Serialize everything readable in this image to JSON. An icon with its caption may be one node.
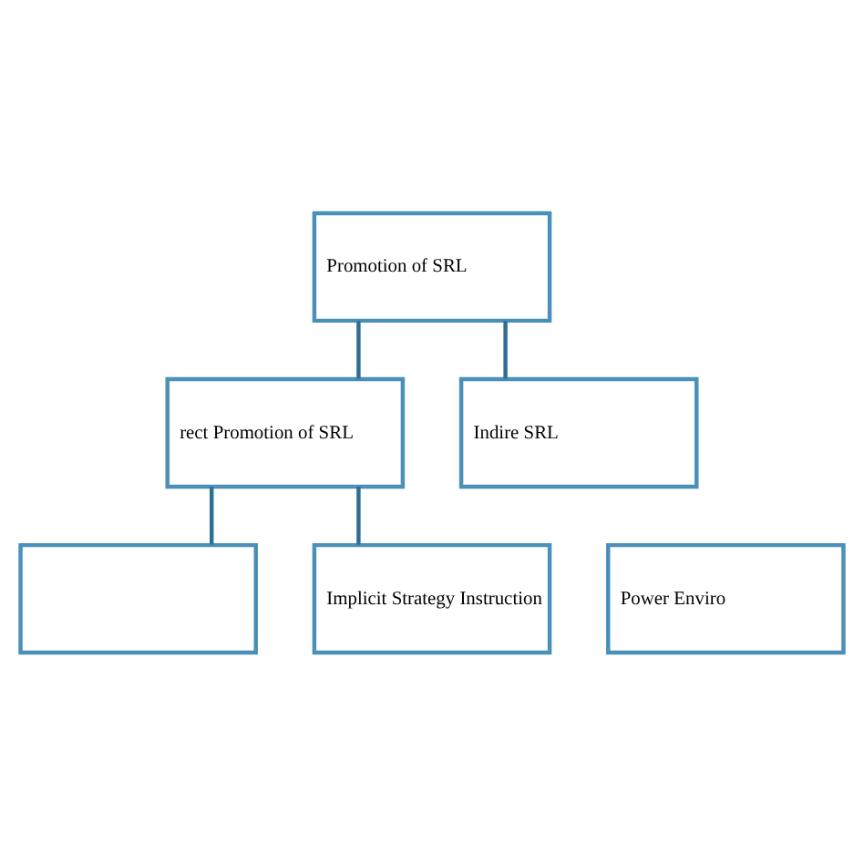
{
  "diagram": {
    "nodes": [
      {
        "text": [
          "Promotion of SRL"
        ]
      },
      {
        "text": [
          "rect Promotion of SRL"
        ]
      },
      {
        "text": [
          "Indire SRL"
        ]
      },
      {
        "text": [],
        "shape": "box"
      },
      {
        "text": [
          "Implicit Strategy Instruction"
        ]
      },
      {
        "text": [
          "Power Enviro"
        ]
      }
    ],
    "edges": [
      {
        "from": 0,
        "to": 1,
        "arrow": "none"
      },
      {
        "from": 0,
        "to": 2,
        "arrow": "none"
      },
      {
        "from": 1,
        "to": 3,
        "arrow": "none"
      },
      {
        "from": 1,
        "to": 4,
        "arrow": "none"
      }
    ]
  }
}
